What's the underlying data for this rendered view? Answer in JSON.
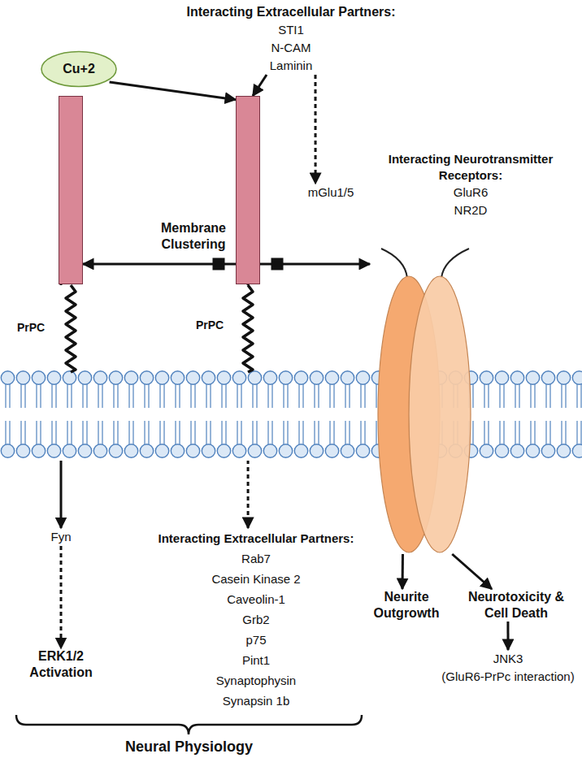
{
  "diagram": {
    "nodes": [
      {
        "text": [
          "Interacting Extracellular Partners:",
          "STI1",
          "N-CAM",
          "Laminin"
        ]
      },
      {
        "text": [
          "Cu+2"
        ]
      },
      {
        "text": [
          "PrPC"
        ]
      },
      {
        "text": [
          "PrPC"
        ]
      },
      {
        "text": [
          "mGlu1/5"
        ]
      },
      {
        "text": [
          "Interacting Neurotransmitter Receptors:",
          "GluR6",
          "NR2D"
        ]
      },
      {
        "text": [
          "Fyn"
        ]
      },
      {
        "text": [
          "ERK1/2 Activation"
        ]
      },
      {
        "text": [
          "Interacting Extracellular Partners:",
          "Rab7",
          "Casein Kinase 2",
          "Caveolin-1",
          "Grb2",
          "p75",
          "Pint1",
          "Synaptophysin",
          "Synapsin 1b"
        ]
      },
      {
        "text": [
          "Neurite Outgrowth"
        ]
      },
      {
        "text": [
          "Neurotoxicity & Cell Death"
        ]
      },
      {
        "text": [
          "JNK3",
          "(GluR6-PrPc interaction)"
        ]
      }
    ],
    "edges": [
      {
        "from": 3,
        "to": 2,
        "label": "Membrane Clustering",
        "arrow": "to"
      },
      {
        "from": 3,
        "to": 5,
        "arrow": "to"
      },
      {
        "from": 1,
        "to": 3,
        "arrow": "to"
      },
      {
        "from": 0,
        "to": 3,
        "arrow": "to"
      },
      {
        "from": 0,
        "to": 4,
        "arrow": "to"
      },
      {
        "from": 2,
        "to": 6,
        "arrow": "to"
      },
      {
        "from": 6,
        "to": 7,
        "arrow": "to"
      },
      {
        "from": 3,
        "to": 8,
        "arrow": "to"
      },
      {
        "from": 5,
        "to": 9,
        "arrow": "to"
      },
      {
        "from": 5,
        "to": 10,
        "arrow": "to"
      },
      {
        "from": 10,
        "to": 11,
        "arrow": "to"
      }
    ],
    "labels": [
      "Neural Physiology"
    ]
  }
}
